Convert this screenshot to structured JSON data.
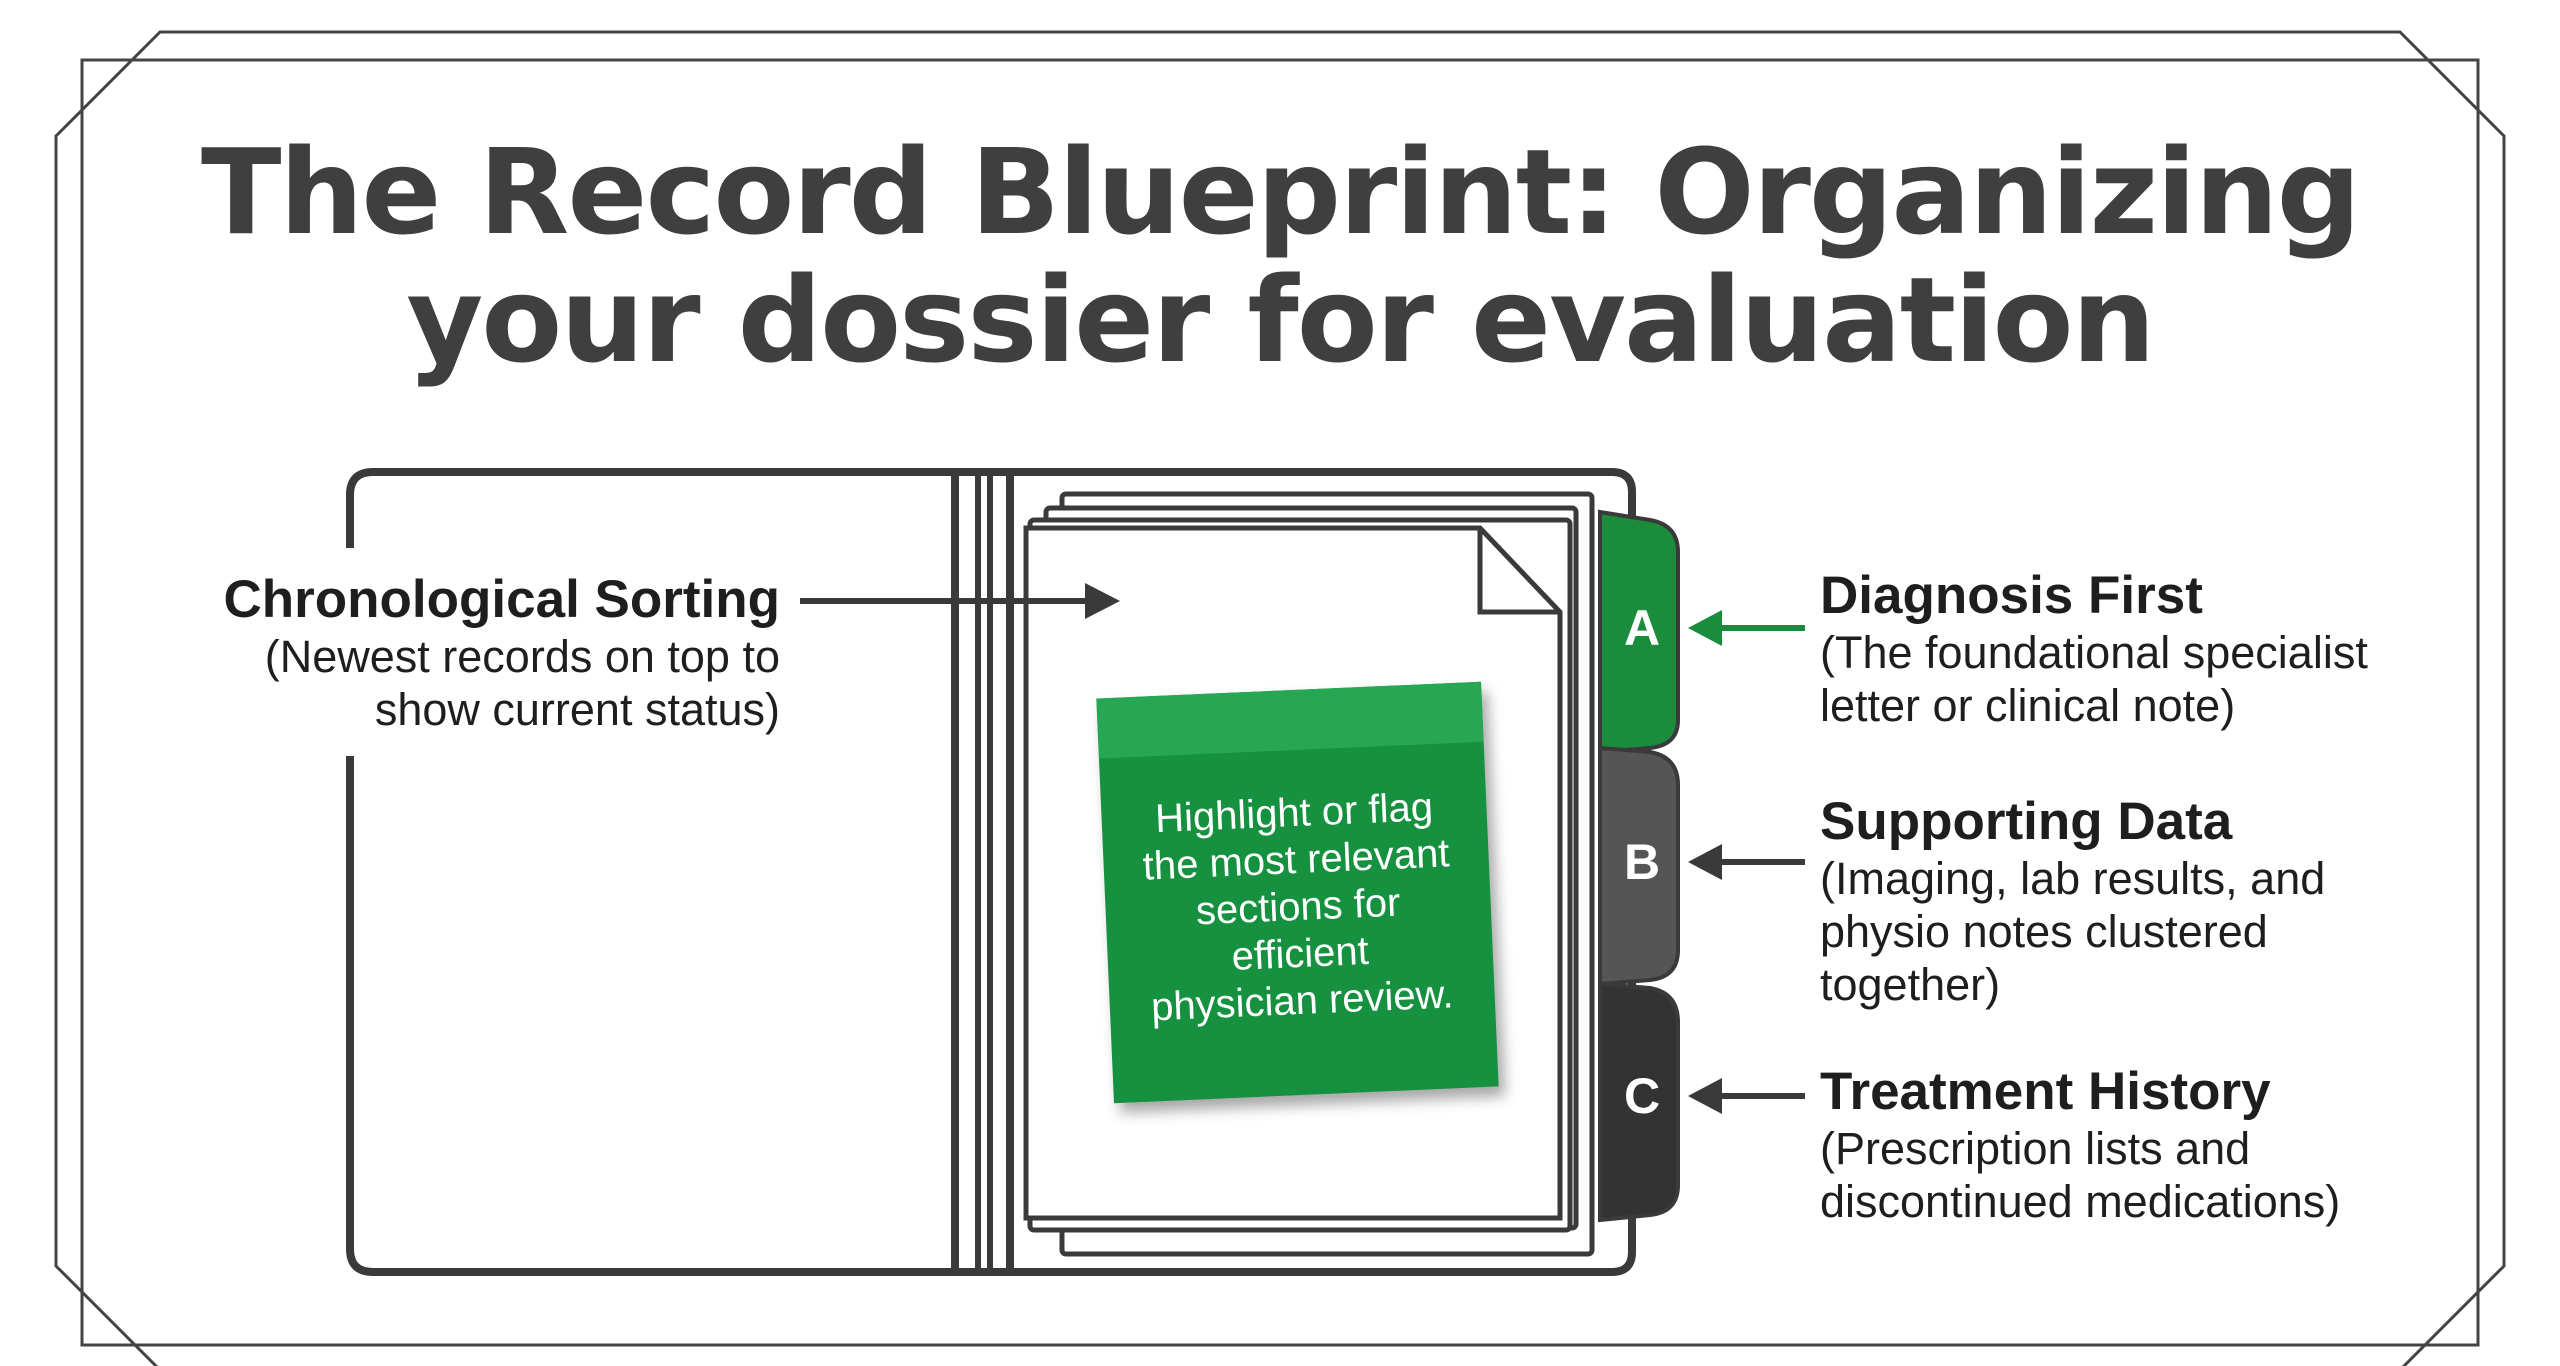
{
  "title": {
    "line1": "The Record Blueprint: Organizing",
    "line2": "your dossier for evaluation"
  },
  "left_label": {
    "heading": "Chronological Sorting",
    "line1": "(Newest records on top to",
    "line2": "show current status)"
  },
  "sticky_note": {
    "line1": "Highlight or flag",
    "line2": "the most relevant",
    "line3": "sections for",
    "line4": "efficient",
    "line5": "physician review."
  },
  "tabs": [
    {
      "letter": "A",
      "heading": "Diagnosis First",
      "line1": "(The foundational specialist",
      "line2": "letter or clinical note)",
      "line3": "",
      "color": "#1a8c3c",
      "arrow_color": "#1a8c3c"
    },
    {
      "letter": "B",
      "heading": "Supporting Data",
      "line1": "(Imaging, lab results, and",
      "line2": "physio notes clustered",
      "line3": "together)",
      "color": "#555555",
      "arrow_color": "#3a3a3a"
    },
    {
      "letter": "C",
      "heading": "Treatment History",
      "line1": "(Prescription lists and",
      "line2": "discontinued medications)",
      "line3": "",
      "color": "#333333",
      "arrow_color": "#3a3a3a"
    }
  ],
  "colors": {
    "title": "#3f3f3f",
    "outline": "#3a3a3a",
    "note": "#15913f"
  }
}
